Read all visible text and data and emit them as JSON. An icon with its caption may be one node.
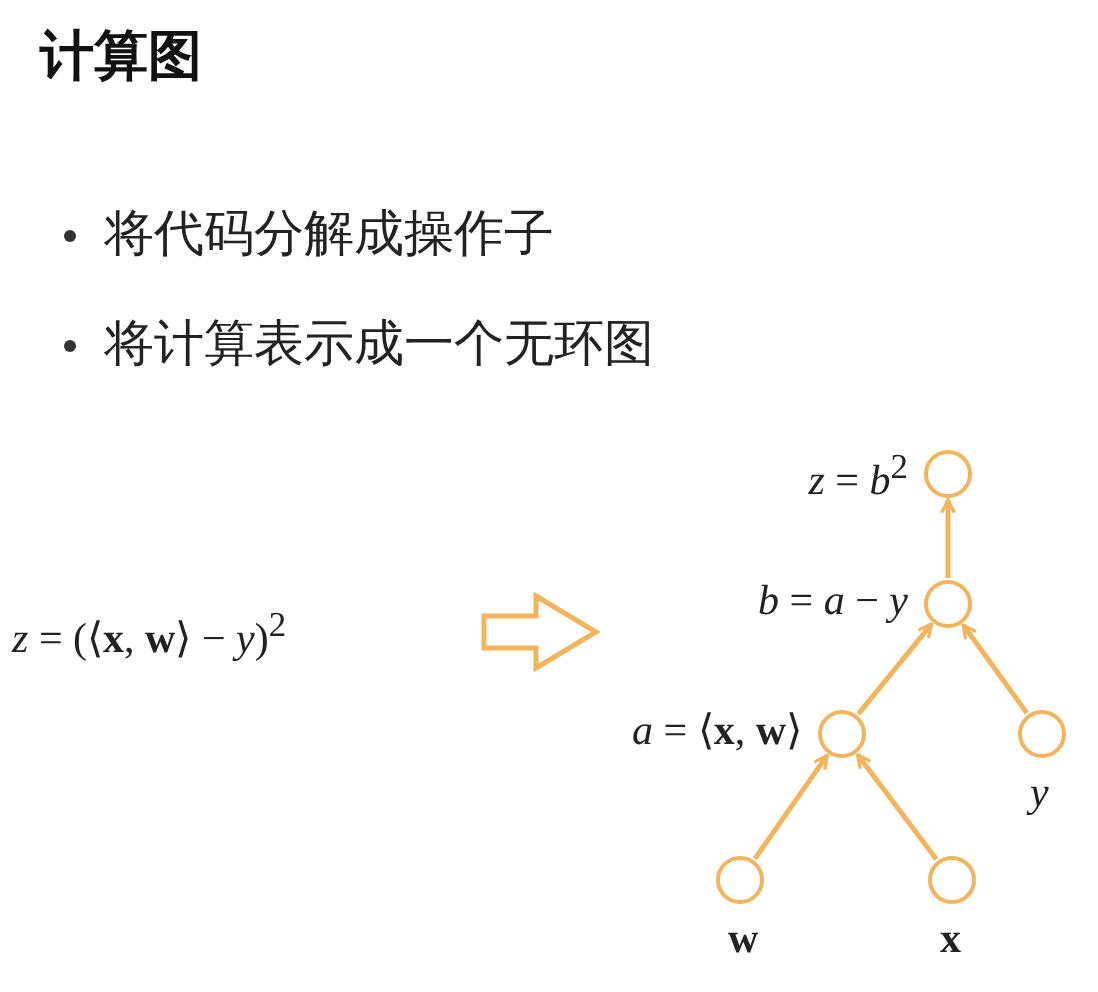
{
  "diagram": {
    "title": "计算图",
    "nodes": [
      {
        "text": [],
        "shape": "circle",
        "beside": [
          "*z* = *b*$^{2}$"
        ]
      },
      {
        "text": [],
        "shape": "circle",
        "beside": [
          "*b* = *a* − *y*"
        ]
      },
      {
        "text": [],
        "shape": "circle",
        "beside": [
          "*a* = ⟨**x**, **w**⟩"
        ]
      },
      {
        "text": [],
        "shape": "circle",
        "beside": [
          "*y*"
        ]
      },
      {
        "text": [],
        "shape": "circle",
        "beside": [
          "**w**"
        ]
      },
      {
        "text": [],
        "shape": "circle",
        "beside": [
          "**x**"
        ]
      }
    ],
    "edges": [
      {
        "from": 1,
        "to": 0,
        "arrow": "to"
      },
      {
        "from": 2,
        "to": 1,
        "arrow": "to"
      },
      {
        "from": 3,
        "to": 1,
        "arrow": "to"
      },
      {
        "from": 4,
        "to": 2,
        "arrow": "to"
      },
      {
        "from": 5,
        "to": 2,
        "arrow": "to"
      }
    ],
    "labels": [
      "将代码分解成操作子",
      "将计算表示成一个无环图",
      "*z* = (⟨**x**, **w**⟩ − *y*)$^{2}$"
    ]
  }
}
